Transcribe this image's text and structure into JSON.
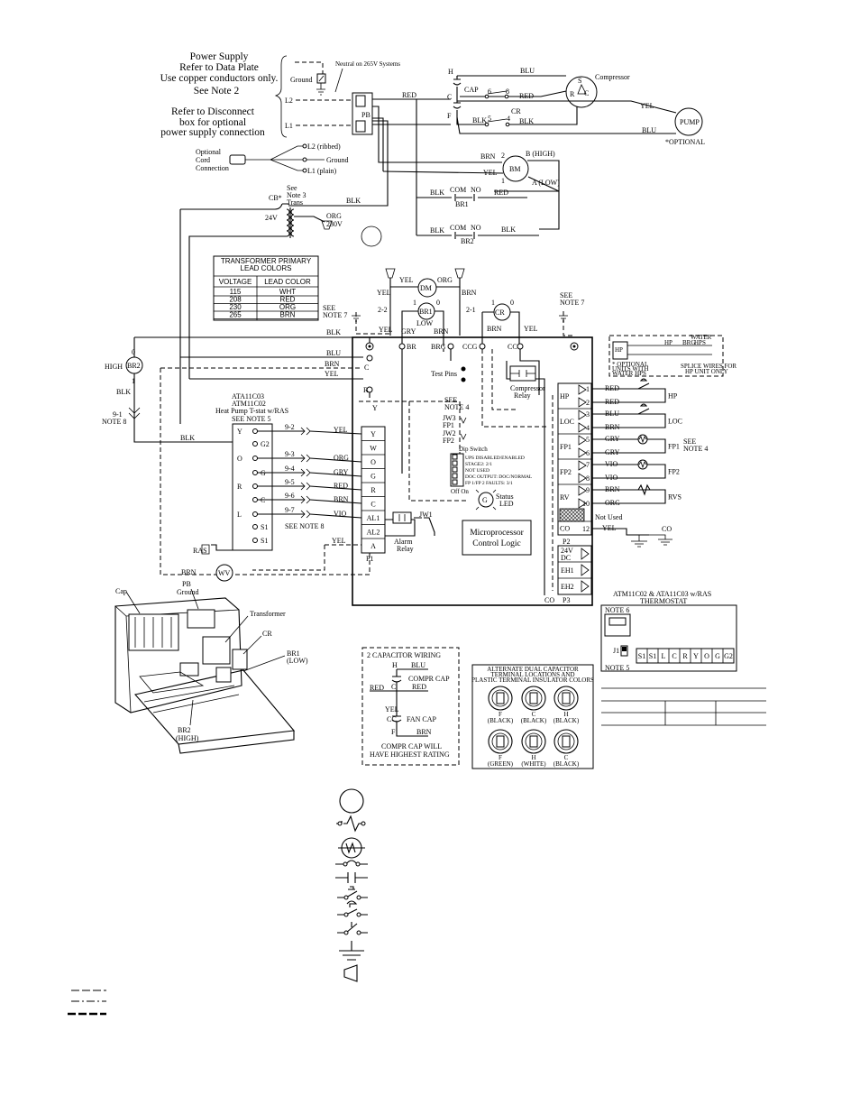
{
  "power": {
    "l1": "Power Supply",
    "l2": "Refer to Data Plate",
    "l3": "Use copper conductors only.",
    "l4": "See Note 2",
    "d1": "Refer to Disconnect",
    "d2": "box for optional",
    "d3": "power supply connection",
    "ground": "Ground",
    "neutral": "Neutral on 265V Systems",
    "L2": "L2",
    "L1": "L1",
    "PB": "PB",
    "cord1": "Optional",
    "cord2": "Cord",
    "cord3": "Connection",
    "l2_ribbed": "L2 (ribbed)",
    "cord_ground": "Ground",
    "l1_plain": "L1 (plain)"
  },
  "motors": {
    "H": "H",
    "C": "C",
    "F": "F",
    "cap": "CAP",
    "blu": "BLU",
    "red": "RED",
    "yel": "YEL",
    "blk": "BLK",
    "brn": "BRN",
    "compressor": "Compressor",
    "S": "S",
    "R": "R",
    "Cc": "C",
    "pump": "PUMP",
    "optional": "*OPTIONAL",
    "cr": "CR",
    "n6": "6",
    "n8": "8",
    "n5": "5",
    "n4": "4",
    "bm": "BM",
    "bhigh": "B (HIGH)",
    "alow": "A (LOW)",
    "n2": "2",
    "n1": "1",
    "com": "COM",
    "no": "NO",
    "br1": "BR1",
    "br2": "BR2"
  },
  "transformer": {
    "cb": "CB*",
    "see": "See",
    "note3": "Note 3",
    "trans": "Trans",
    "v24": "24V",
    "org": "ORG",
    "v230": "230V"
  },
  "primary_table": {
    "title1": "TRANSFORMER PRIMARY",
    "title2": "LEAD COLORS",
    "h_voltage": "VOLTAGE",
    "h_color": "LEAD COLOR",
    "rows": [
      [
        "115",
        "WHT"
      ],
      [
        "208",
        "RED"
      ],
      [
        "230",
        "ORG"
      ],
      [
        "265",
        "BRN"
      ]
    ]
  },
  "top_relays": {
    "yel": "YEL",
    "dm": "DM",
    "org": "ORG",
    "brn": "BRN",
    "n22": "2-2",
    "n21": "2-1",
    "br1": "BR1",
    "low": "LOW",
    "cr": "CR",
    "n1": "1",
    "n0": "0",
    "see_note7": "SEE",
    "note7": "NOTE 7",
    "gry": "GRY"
  },
  "board": {
    "br": "BR",
    "brg": "BRG",
    "ccg": "CCG",
    "cc": "CC",
    "test_pins": "Test Pins",
    "see": "SEE",
    "note4": "NOTE 4",
    "jw3": "JW3",
    "fp1": "FP1",
    "jw2": "JW2",
    "fp2": "FP2",
    "dip_title": "Dip Switch",
    "dip_lines": [
      "UPS DISABLED/ENABLED",
      "STAGE2: 2/1",
      "NOT USED",
      "DOC OUTPUT: DOC/NORMAL",
      "FP 1/FP 2 FAULTS: 3/1"
    ],
    "off_on": "Off On",
    "status": "Status",
    "led": "LED",
    "micro1": "Microprocessor",
    "micro2": "Control Logic",
    "alarm": "Alarm",
    "relay": "Relay",
    "jw1": "JW1",
    "comp_relay1": "Compressor",
    "comp_relay2": "Relay",
    "p1": "P1",
    "p2": "P2",
    "p3": "P3",
    "p1_pins": [
      "Y",
      "W",
      "O",
      "G",
      "R",
      "C",
      "AL1",
      "AL2",
      "A"
    ],
    "p2_blocks": [
      "HP",
      "LOC",
      "FP1",
      "FP2",
      "RV",
      "CO"
    ],
    "p2_nums": [
      "1",
      "2",
      "3",
      "4",
      "5",
      "6",
      "7",
      "8",
      "9",
      "10",
      "12"
    ],
    "p3_blocks": [
      "24V DC",
      "EH1",
      "EH2"
    ],
    "not_used": "Not Used",
    "co": "CO"
  },
  "p2_wires": {
    "red1": "RED",
    "red2": "RED",
    "blu": "BLU",
    "brn": "BRN",
    "gry1": "GRY",
    "gry2": "GRY",
    "vio1": "VIO",
    "vio2": "VIO",
    "brn2": "BRN",
    "org": "ORG",
    "yel": "YEL",
    "hp": "HP",
    "loc": "LOC",
    "fp1": "FP1",
    "fp2": "FP2",
    "rvs": "RVS",
    "co": "CO",
    "see": "SEE",
    "note4": "NOTE 4"
  },
  "water": {
    "hp": "HP",
    "hp2": "HP",
    "brg": "BRG",
    "water": "WATER",
    "hps": "HPS",
    "opt1": "* OPTIONAL",
    "opt2": "UNITS WITH",
    "opt3": "WATER HPS",
    "splice1": "SPLICE WIRES FOR",
    "splice2": "HP UNIT ONLY"
  },
  "left_side": {
    "high": "HIGH",
    "br2": "BR2",
    "n0": "0",
    "n1": "1",
    "blk": "BLK",
    "n91": "9-1",
    "note8": "NOTE 8",
    "blk2": "BLK",
    "blu": "BLU",
    "brn": "BRN",
    "yel": "YEL",
    "blk3": "BLK",
    "see_note7": "SEE",
    "note7": "NOTE 7"
  },
  "tstat": {
    "m1": "ATA11C03",
    "m2": "ATM11C02",
    "m3": "Heat Pump T-stat w/RAS",
    "see_note5": "SEE NOTE 5",
    "terms": [
      "Y",
      "G2",
      "O",
      "G",
      "R",
      "C",
      "L",
      "S1",
      "S1"
    ],
    "wires": [
      "9-2",
      "9-3",
      "9-4",
      "9-5",
      "9-6",
      "9-7"
    ],
    "colors": [
      "YEL",
      "ORG",
      "GRY",
      "RED",
      "BRN",
      "VIO"
    ],
    "ras": "RAS",
    "see_note8": "SEE NOTE 8",
    "yel": "YEL",
    "brn": "BRN",
    "wv": "WV"
  },
  "photo": {
    "cap": "Cap",
    "pb": "PB",
    "ground": "Ground",
    "transformer": "Transformer",
    "cr": "CR",
    "br1": "BR1",
    "br1low": "(LOW)",
    "br2": "BR2",
    "br2high": "(HIGH)"
  },
  "cap_wiring": {
    "title": "2 CAPACITOR WIRING",
    "h": "H",
    "blu": "BLU",
    "red": "RED",
    "c": "C",
    "compr_cap": "COMPR CAP",
    "red2": "RED",
    "yel": "YEL",
    "cc": "CC",
    "fan_cap": "FAN CAP",
    "f": "F",
    "brn": "BRN",
    "note1": "COMPR CAP WILL",
    "note2": "HAVE HIGHEST RATING"
  },
  "alt_cap": {
    "t1": "ALTERNATE DUAL CAPACITOR",
    "t2": "TERMINAL LOCATIONS AND",
    "t3": "PLASTIC TERMINAL INSULATOR COLORS",
    "row1": [
      [
        "F",
        "(BLACK)"
      ],
      [
        "C",
        "(BLACK)"
      ],
      [
        "H",
        "(BLACK)"
      ]
    ],
    "row2": [
      [
        "F",
        "(GREEN)"
      ],
      [
        "H",
        "(WHITE)"
      ],
      [
        "C",
        "(BLACK)"
      ]
    ]
  },
  "thermostat": {
    "title1": "ATM11C02 & ATA11C03 w/RAS",
    "title2": "THERMOSTAT",
    "note6": "NOTE 6",
    "note5": "NOTE 5",
    "j1": "J1",
    "terms": [
      "S1",
      "S1",
      "L",
      "C",
      "R",
      "Y",
      "O",
      "G",
      "G2"
    ]
  },
  "colors": {
    "line": "#000000",
    "background": "#ffffff",
    "hatch": "#555555"
  }
}
